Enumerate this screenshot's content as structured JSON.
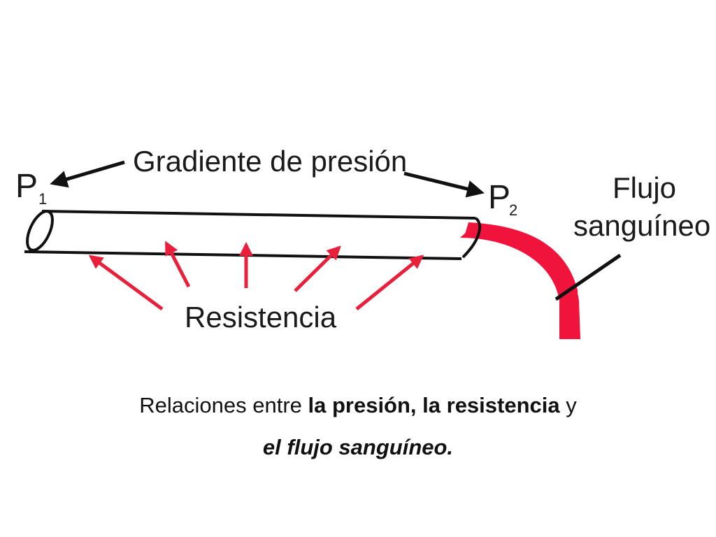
{
  "diagram": {
    "gradient_label": "Gradiente de presión",
    "p1_label": "P",
    "p1_sub": "1",
    "p2_label": "P",
    "p2_sub": "2",
    "flow_label_line1": "Flujo",
    "flow_label_line2": "sanguíneo",
    "resistance_label": "Resistencia"
  },
  "caption": {
    "line1_part1": "Relaciones entre ",
    "line1_bold1": "la presión, la resistencia",
    "line1_part2": " y",
    "line2_bold_italic": "el flujo sanguíneo."
  },
  "colors": {
    "flow_red": "#f0143c",
    "arrow_red": "#e8203c",
    "ink": "#111111"
  }
}
